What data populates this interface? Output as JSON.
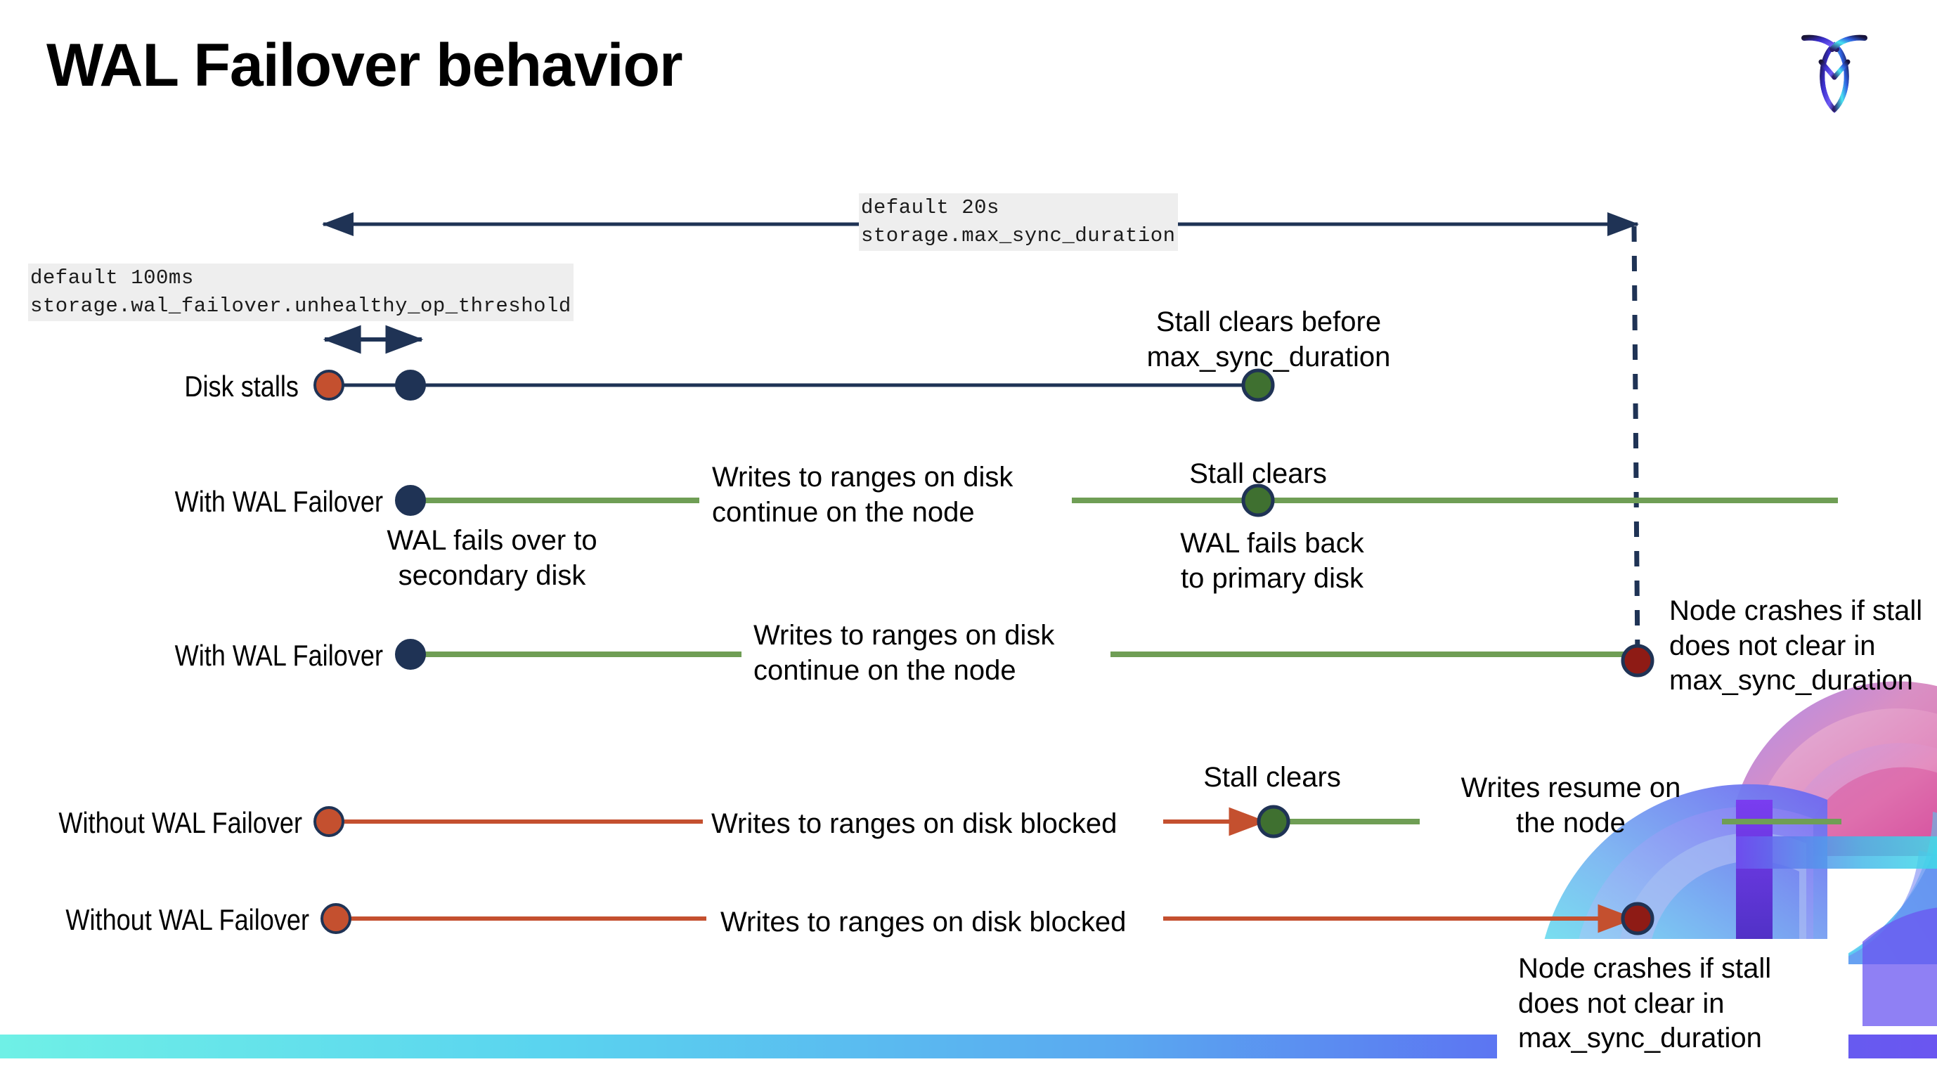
{
  "slide": {
    "title": "WAL Failover behavior",
    "logo_name": "cockroachdb-logo"
  },
  "annotations": {
    "max_sync": {
      "line1": "default 20s",
      "line2": "storage.max_sync_duration"
    },
    "unhealthy_threshold": {
      "line1": "default 100ms",
      "line2": "storage.wal_failover.unhealthy_op_threshold"
    }
  },
  "rows": [
    {
      "id": "disk-stalls",
      "label": "Disk stalls"
    },
    {
      "id": "with-wal-failover-1",
      "label": "With WAL Failover"
    },
    {
      "id": "with-wal-failover-2",
      "label": "With WAL Failover"
    },
    {
      "id": "without-wal-failover-1",
      "label": "Without WAL Failover"
    },
    {
      "id": "without-wal-failover-2",
      "label": "Without WAL Failover"
    }
  ],
  "callouts": {
    "stall_clears_before_max": "Stall clears before\nmax_sync_duration",
    "writes_continue_1": "Writes to ranges on disk\ncontinue on the node",
    "stall_clears_1": "Stall clears",
    "wal_fails_over": "WAL fails over to\nsecondary disk",
    "wal_fails_back": "WAL fails  back\nto primary disk",
    "writes_continue_2": "Writes to ranges on disk\ncontinue on the node",
    "node_crashes_1": "Node crashes if stall\ndoes not clear in\nmax_sync_duration",
    "writes_blocked_1": "Writes to ranges on disk  blocked",
    "stall_clears_2": "Stall clears",
    "writes_resume": "Writes resume on\nthe node",
    "writes_blocked_2": "Writes to ranges on disk  blocked",
    "node_crashes_2": "Node crashes if stall\ndoes not clear in\nmax_sync_duration"
  },
  "colors": {
    "navy": "#1F3355",
    "orange": "#C4502F",
    "green_line": "#6F9E55",
    "green_dot": "#3F7030",
    "dark_red": "#8E1B15",
    "chip_bg": "#EEEEEE",
    "bar_gradient_start": "#6FF0E6",
    "bar_gradient_end": "#6A55F0"
  }
}
